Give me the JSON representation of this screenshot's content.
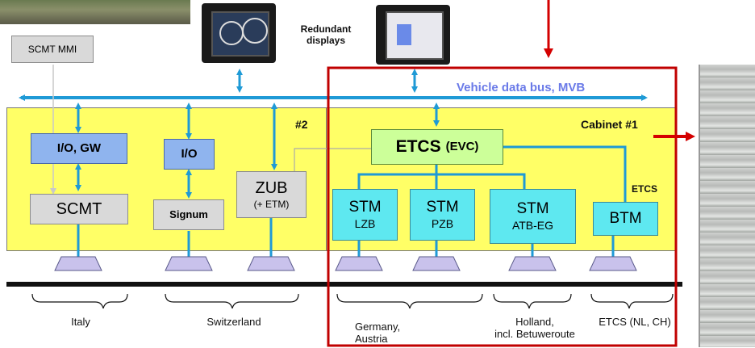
{
  "title_labels": {
    "redundant_displays": "Redundant\ndisplays",
    "vehicle_bus": "Vehicle data bus, MVB",
    "scmt_mmi": "SCMT MMI",
    "cabinet2": "#2",
    "cabinet1": "Cabinet #1",
    "etcs_group": "ETCS"
  },
  "blocks": {
    "io_gw": "I/O, GW",
    "io": "I/O",
    "scmt": "SCMT",
    "signum": "Signum",
    "zub": "ZUB",
    "zub_sub": "(+ ETM)",
    "etcs": "ETCS",
    "etcs_sub": "(EVC)",
    "stm_lzb": "STM",
    "stm_lzb_sub": "LZB",
    "stm_pzb": "STM",
    "stm_pzb_sub": "PZB",
    "stm_atb": "STM",
    "stm_atb_sub": "ATB-EG",
    "btm": "BTM"
  },
  "regions": {
    "italy": "Italy",
    "switzerland": "Switzerland",
    "germany": "Germany,\nAustria",
    "holland": "Holland,\nincl. Betuweroute",
    "etcs_nl_ch": "ETCS (NL, CH)"
  },
  "colors": {
    "bus": "#1f9ad6",
    "red": "#c00000",
    "yellow": "#ffff66",
    "cyan": "#5ee8f0",
    "gray": "#d9d9d9",
    "blue": "#8fb4ee",
    "green": "#ccff99"
  }
}
